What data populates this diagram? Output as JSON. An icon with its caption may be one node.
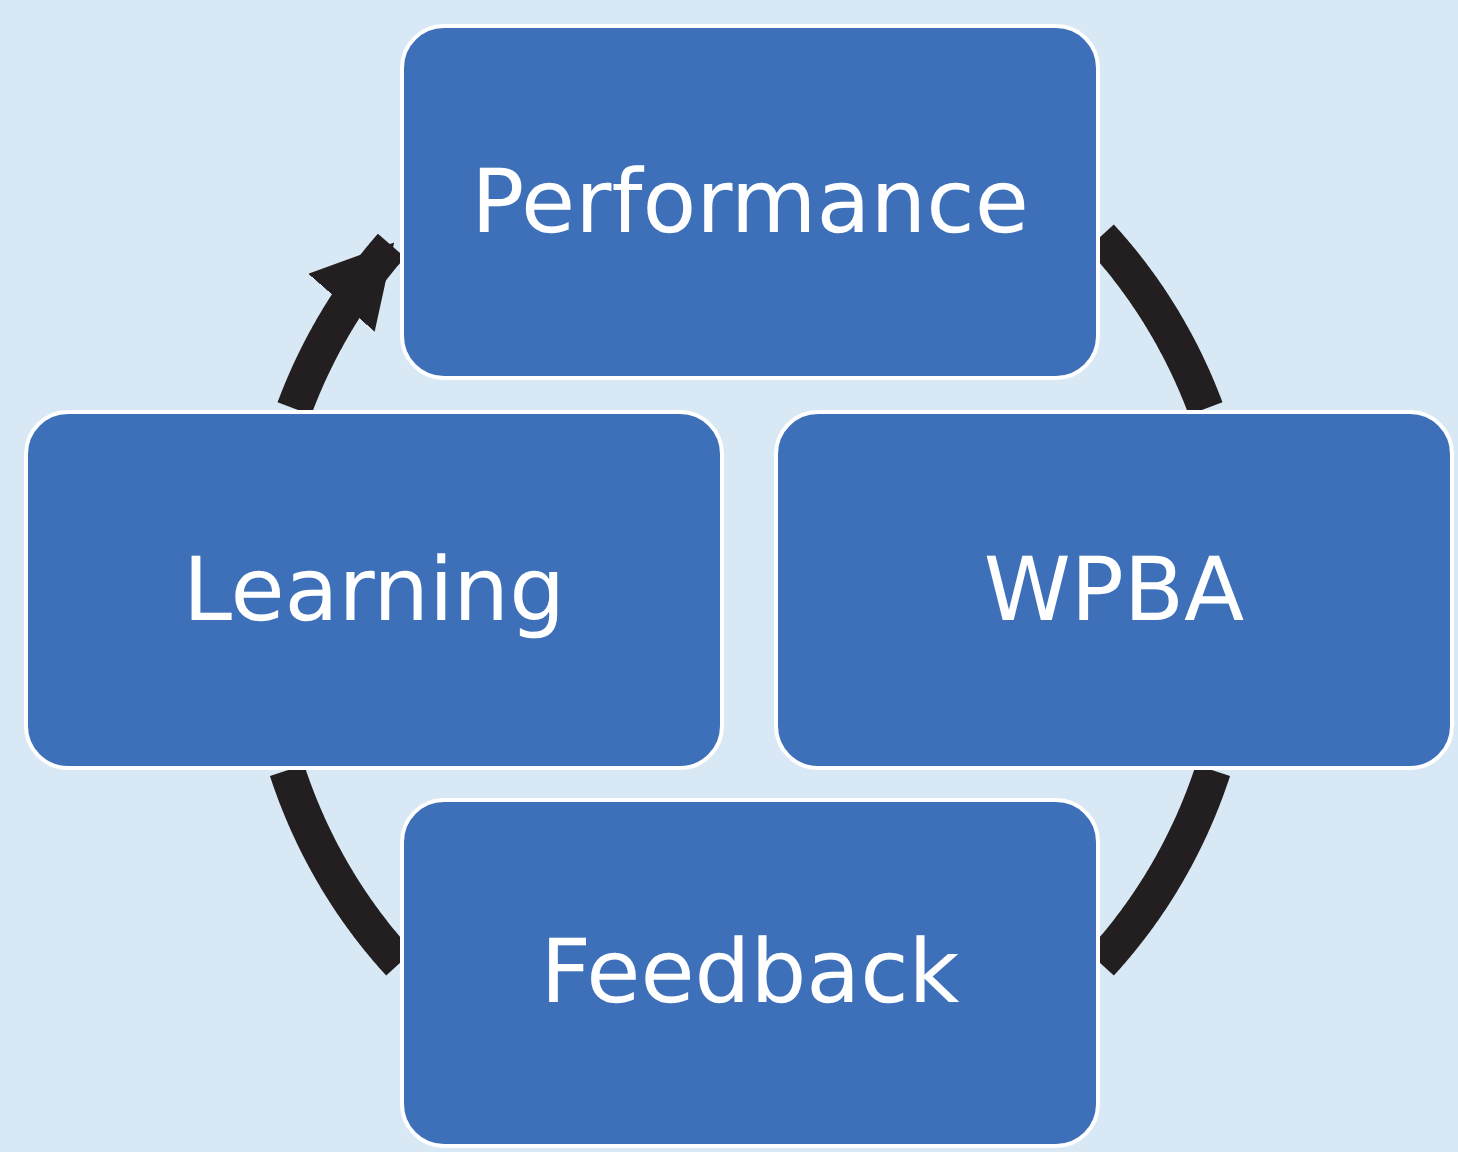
{
  "diagram": {
    "nodes": [
      {
        "text": [
          "Performance"
        ]
      },
      {
        "text": [
          "WPBA"
        ]
      },
      {
        "text": [
          "Feedback"
        ]
      },
      {
        "text": [
          "Learning"
        ]
      }
    ],
    "edges": [
      {
        "from": 0,
        "to": 1,
        "arrow": "none"
      },
      {
        "from": 1,
        "to": 2,
        "arrow": "none"
      },
      {
        "from": 2,
        "to": 3,
        "arrow": "none"
      },
      {
        "from": 3,
        "to": 0,
        "arrow": "to"
      }
    ]
  }
}
